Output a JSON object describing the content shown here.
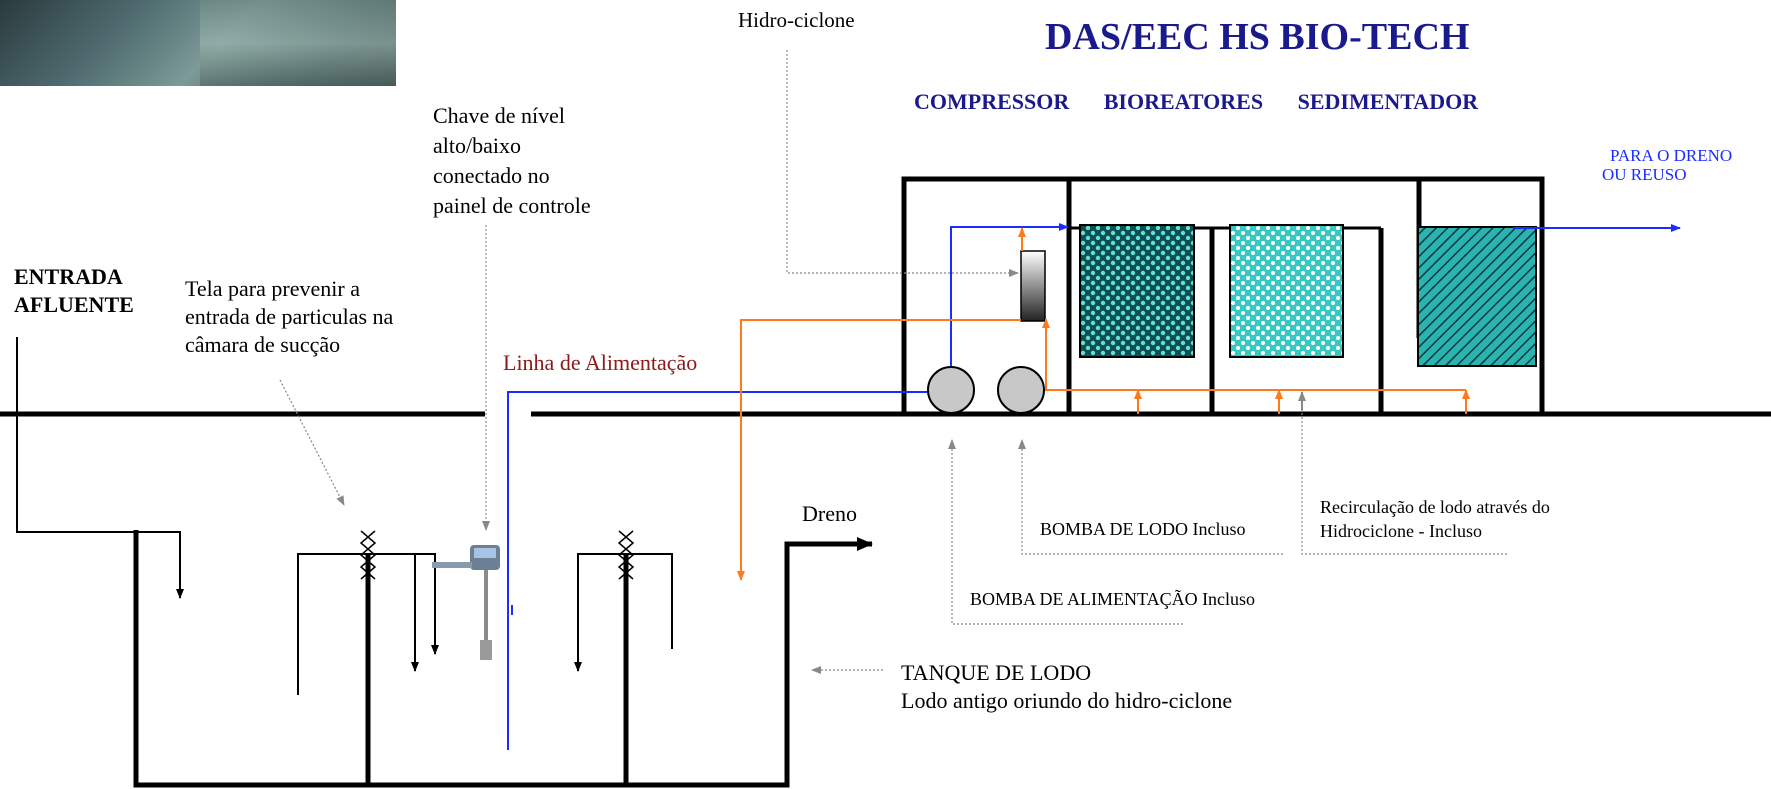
{
  "title": "DAS/EEC HS BIO-TECH",
  "subtitle": "COMPRESSOR   BIOREATORES   SEDIMENTADOR",
  "labels": {
    "hidro_ciclone": "Hidro-ciclone",
    "chave_l1": "Chave de nível",
    "chave_l2": "alto/baixo",
    "chave_l3": "conectado no",
    "chave_l4": "painel de controle",
    "entrada_l1": "ENTRADA",
    "entrada_l2": "AFLUENTE",
    "tela_l1": "Tela para prevenir a",
    "tela_l2": "entrada de particulas na",
    "tela_l3": "câmara de sucção",
    "linha_alimentacao": "Linha de Alimentação",
    "para_dreno_l1": "PARA O DRENO",
    "para_dreno_l2": "OU REUSO",
    "dreno": "Dreno",
    "recirculacao_l1": "Recirculação de lodo através do",
    "recirculacao_l2": "Hidrociclone - Incluso",
    "bomba_lodo": "BOMBA DE LODO Incluso",
    "bomba_alimentacao": "BOMBA DE ALIMENTAÇÃO Incluso",
    "tanque_l1": "TANQUE DE LODO",
    "tanque_l2": "Lodo antigo oriundo do hidro-ciclone"
  },
  "colors": {
    "blue_line": "#1a2cff",
    "orange_line": "#ff7a1a",
    "title": "#1a1a8c",
    "teal": "#2ab3b0",
    "dark_red": "#8b1a1a"
  }
}
